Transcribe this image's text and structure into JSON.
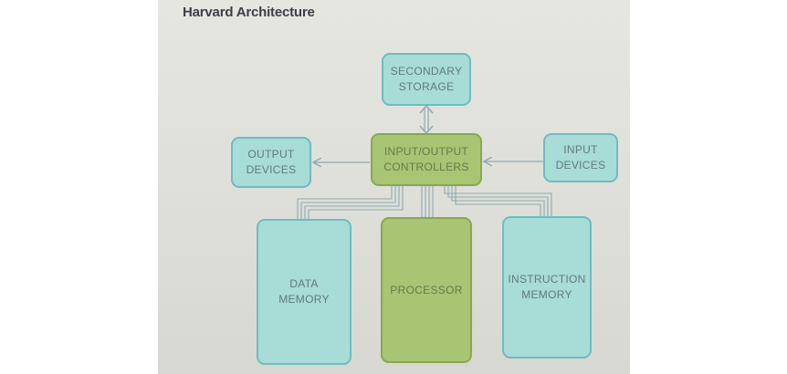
{
  "title": "Harvard Architecture",
  "nodes": {
    "secondary_storage": [
      "SECONDARY",
      "STORAGE"
    ],
    "io_controllers": [
      "INPUT/OUTPUT",
      "CONTROLLERS"
    ],
    "output_devices": [
      "OUTPUT",
      "DEVICES"
    ],
    "input_devices": [
      "INPUT",
      "DEVICES"
    ],
    "data_memory": [
      "DATA",
      "MEMORY"
    ],
    "processor": [
      "PROCESSOR"
    ],
    "instruction_memory": [
      "INSTRUCTION",
      "MEMORY"
    ]
  },
  "colors": {
    "peripheral_fill": "#a8dcd6",
    "controller_fill": "#a9c472",
    "connector": "#8ea9b0"
  },
  "edges": [
    {
      "from": "secondary_storage",
      "to": "io_controllers",
      "direction": "both"
    },
    {
      "from": "io_controllers",
      "to": "output_devices",
      "direction": "forward"
    },
    {
      "from": "input_devices",
      "to": "io_controllers",
      "direction": "forward"
    },
    {
      "from": "io_controllers",
      "to": "data_memory",
      "direction": "bus"
    },
    {
      "from": "io_controllers",
      "to": "processor",
      "direction": "bus"
    },
    {
      "from": "io_controllers",
      "to": "instruction_memory",
      "direction": "bus"
    }
  ]
}
